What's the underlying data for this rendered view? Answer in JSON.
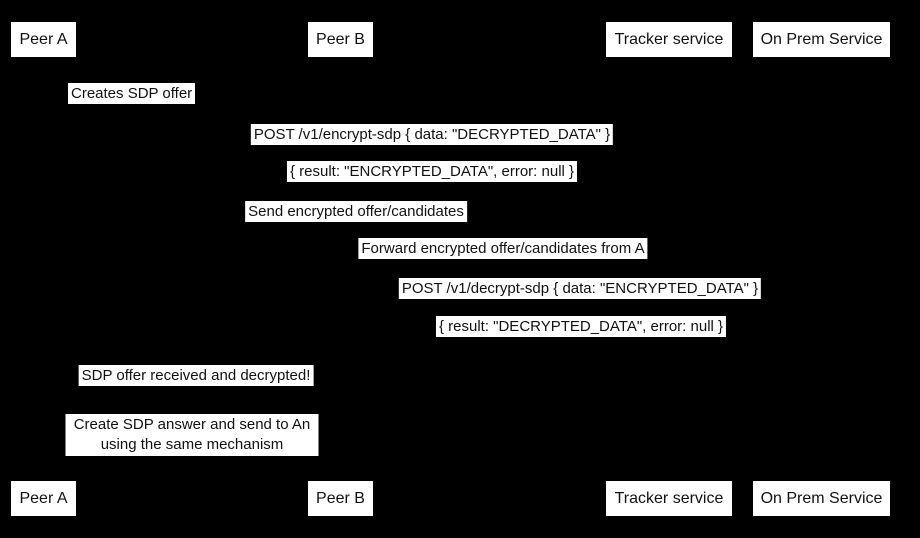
{
  "colors": {
    "background": "#000000",
    "box_fill": "#ffffff",
    "box_text": "#111111"
  },
  "participants": [
    {
      "name": "Peer A"
    },
    {
      "name": "Peer B"
    },
    {
      "name": "Tracker service"
    },
    {
      "name": "On Prem Service"
    }
  ],
  "messages": [
    {
      "text": "Creates SDP offer"
    },
    {
      "text": "POST /v1/encrypt-sdp { data: \"DECRYPTED_DATA\" }"
    },
    {
      "text": "{ result: \"ENCRYPTED_DATA\", error: null }"
    },
    {
      "text": "Send encrypted offer/candidates"
    },
    {
      "text": "Forward encrypted offer/candidates from A"
    },
    {
      "text": "POST /v1/decrypt-sdp { data: \"ENCRYPTED_DATA\" }"
    },
    {
      "text": "{ result: \"DECRYPTED_DATA\", error: null }"
    },
    {
      "text": "SDP offer received and decrypted!"
    }
  ],
  "note": {
    "line1": "Create SDP answer and send to An",
    "line2": "using the same mechanism"
  }
}
